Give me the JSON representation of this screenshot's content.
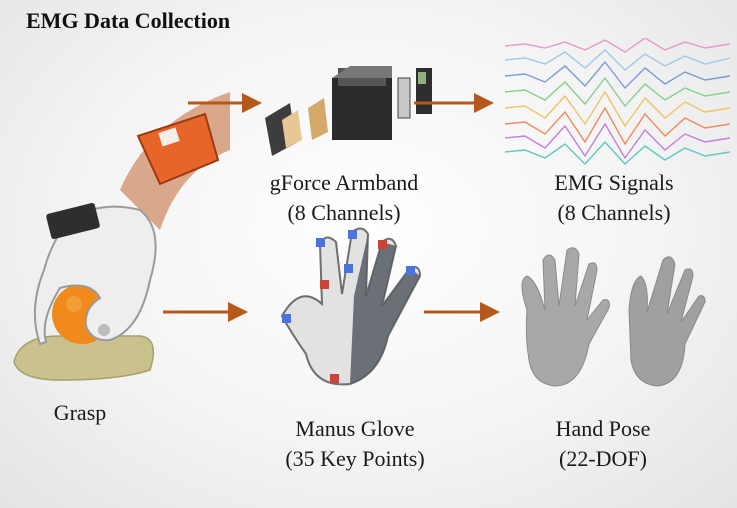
{
  "title": "EMG Data Collection",
  "nodes": {
    "grasp": {
      "label": "Grasp"
    },
    "armband": {
      "line1": "gForce Armband",
      "line2": "(8 Channels)"
    },
    "emg": {
      "line1": "EMG Signals",
      "line2": "(8 Channels)"
    },
    "glove": {
      "line1": "Manus Glove",
      "line2": "(35 Key Points)"
    },
    "pose": {
      "line1": "Hand Pose",
      "line2": "(22-DOF)"
    }
  },
  "colors": {
    "arrow": "#b5581e",
    "armband_orange": "#e8652a",
    "hand_gray": "#a8a8a8"
  }
}
